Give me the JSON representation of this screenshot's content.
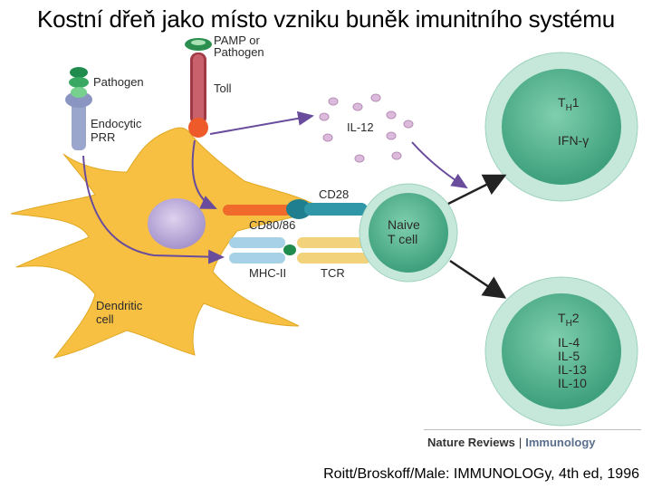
{
  "title": "Kostní dřeň jako místo vzniku buněk imunitního systému",
  "citation": "Roitt/Broskoff/Male: IMMUNOLOGy, 4th ed, 1996",
  "credit": {
    "journal": "Nature Reviews",
    "separator": "|",
    "section": "Immunology"
  },
  "labels": {
    "pamp": [
      "PAMP or",
      "Pathogen"
    ],
    "toll": "Toll",
    "pathogen": "Pathogen",
    "endocytic": [
      "Endocytic",
      "PRR"
    ],
    "il12": "IL-12",
    "cd28": "CD28",
    "cd80": "CD80/86",
    "mhc": "MHC-II",
    "tcr": "TCR",
    "dendritic": [
      "Dendritic",
      "cell"
    ],
    "naive": [
      "Naive",
      "T cell"
    ],
    "th1": {
      "name": "T",
      "sub": "H",
      "num": "1",
      "cytokines": [
        "IFN-γ"
      ]
    },
    "th2": {
      "name": "T",
      "sub": "H",
      "num": "2",
      "cytokines": [
        "IL-4",
        "IL-5",
        "IL-13",
        "IL-10"
      ]
    }
  },
  "colors": {
    "dendritic_fill": "#f7c043",
    "nucleus": "#b6a6d6",
    "tcell_outer": "#c6e8da",
    "tcell_inner": "#4db08c",
    "arrow": "#6a4c9c",
    "il12_dot": "#d8b8d8"
  }
}
